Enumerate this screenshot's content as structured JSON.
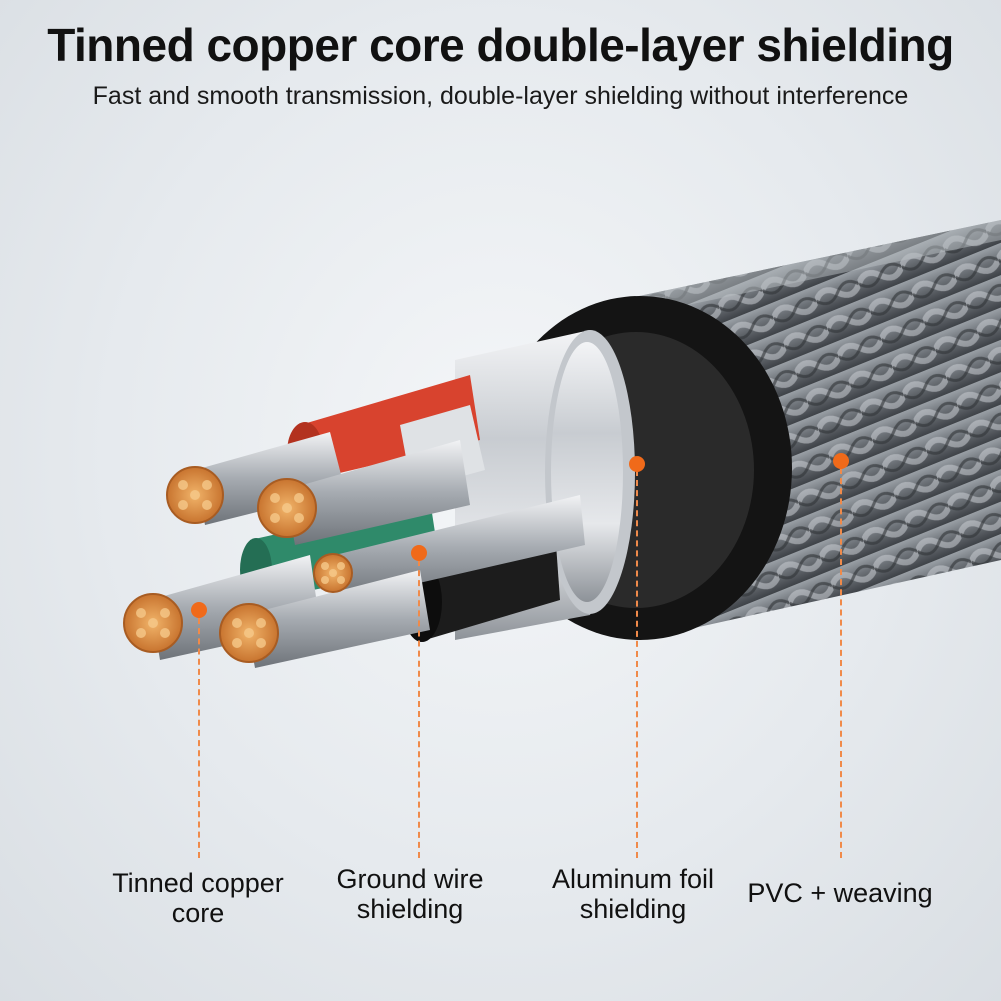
{
  "header": {
    "title": "Tinned copper core double-layer shielding",
    "subtitle": "Fast and smooth transmission, double-layer shielding without interference"
  },
  "callouts": [
    {
      "label_line1": "Tinned copper",
      "label_line2": "core"
    },
    {
      "label_line1": "Ground wire",
      "label_line2": "shielding"
    },
    {
      "label_line1": "Aluminum foil",
      "label_line2": "shielding"
    },
    {
      "label_line1": "PVC + weaving",
      "label_line2": ""
    }
  ],
  "colors": {
    "accent": "#f06a1a",
    "copper": "#d98a3e",
    "red_wire": "#d8432e",
    "green_wire": "#2f8a6a",
    "braid": "#6f747a",
    "foil": "#d7dade"
  }
}
